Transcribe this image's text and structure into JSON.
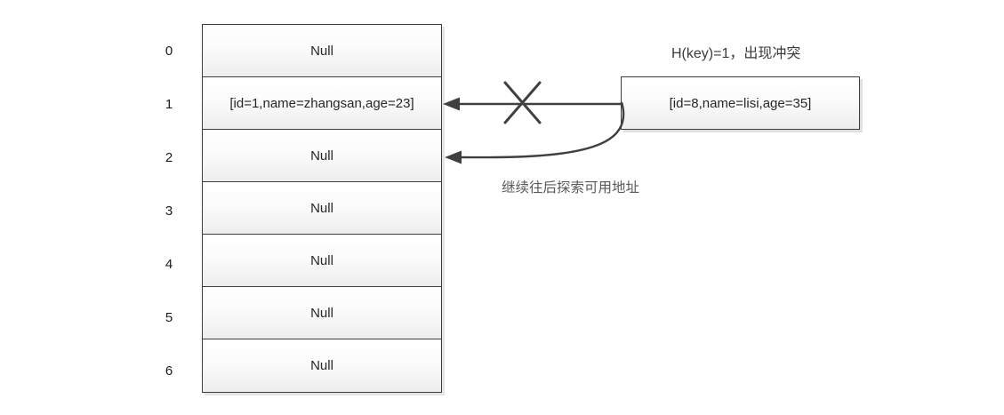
{
  "hash_table": {
    "rows": [
      {
        "index": "0",
        "value": "Null"
      },
      {
        "index": "1",
        "value": "[id=1,name=zhangsan,age=23]"
      },
      {
        "index": "2",
        "value": "Null"
      },
      {
        "index": "3",
        "value": "Null"
      },
      {
        "index": "4",
        "value": "Null"
      },
      {
        "index": "5",
        "value": "Null"
      },
      {
        "index": "6",
        "value": "Null"
      }
    ]
  },
  "incoming_record": {
    "value": "[id=8,name=lisi,age=35]"
  },
  "collision_label": "H(key)=1，出现冲突",
  "probe_label": "继续往后探索可用地址",
  "icons": {
    "x_mark": "x-mark-icon",
    "rejected_arrow": "arrow-left-icon",
    "probe_arrow": "curved-arrow-left-icon"
  },
  "colors": {
    "border": "#3d3d3d",
    "arrow": "#404040",
    "cell_gradient_top": "#ffffff",
    "cell_gradient_bottom": "#ededed",
    "text": "#262626",
    "note_text": "#595959"
  }
}
